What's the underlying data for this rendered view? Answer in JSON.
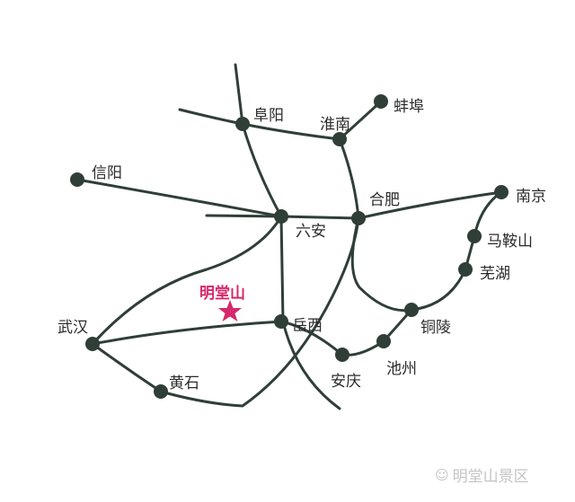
{
  "colors": {
    "line": "#2f3f38",
    "highlight": "#d6286b"
  },
  "cities": {
    "fuyang": "阜阳",
    "huainan": "淮南",
    "bengbu": "蚌埠",
    "xinyang": "信阳",
    "luan": "六安",
    "hefei": "合肥",
    "nanjing": "南京",
    "maanshan": "马鞍山",
    "wuhu": "芜湖",
    "tongling": "铜陵",
    "chizhou": "池州",
    "anqing": "安庆",
    "yuexi": "岳西",
    "wuhan": "武汉",
    "huangshi": "黄石"
  },
  "highlight": {
    "name": "明堂山",
    "icon": "star-icon"
  },
  "watermark": {
    "text": "明堂山景区",
    "icon": "wechat-icon"
  }
}
